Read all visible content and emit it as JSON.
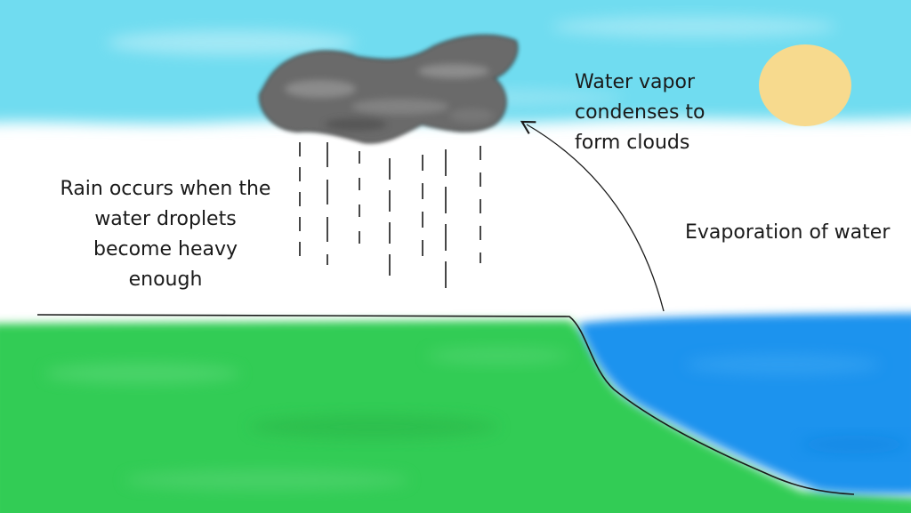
{
  "labels": {
    "rain": [
      "Rain occurs when the",
      "water droplets",
      "become heavy",
      "enough"
    ],
    "condensation": [
      "Water vapor",
      "condenses to",
      "form clouds"
    ],
    "evaporation": "Evaporation of water"
  },
  "colors": {
    "sky": "#6fdcf0",
    "sun": "#f7da8e",
    "cloud": "#6b6b6b",
    "land": "#33cc55",
    "water": "#1c93ee",
    "ink": "#1a1a1a"
  },
  "icons": {
    "sun": "sun-icon",
    "cloud": "cloud-icon",
    "rain": "rain-streaks",
    "arrow": "evaporation-arrow"
  }
}
